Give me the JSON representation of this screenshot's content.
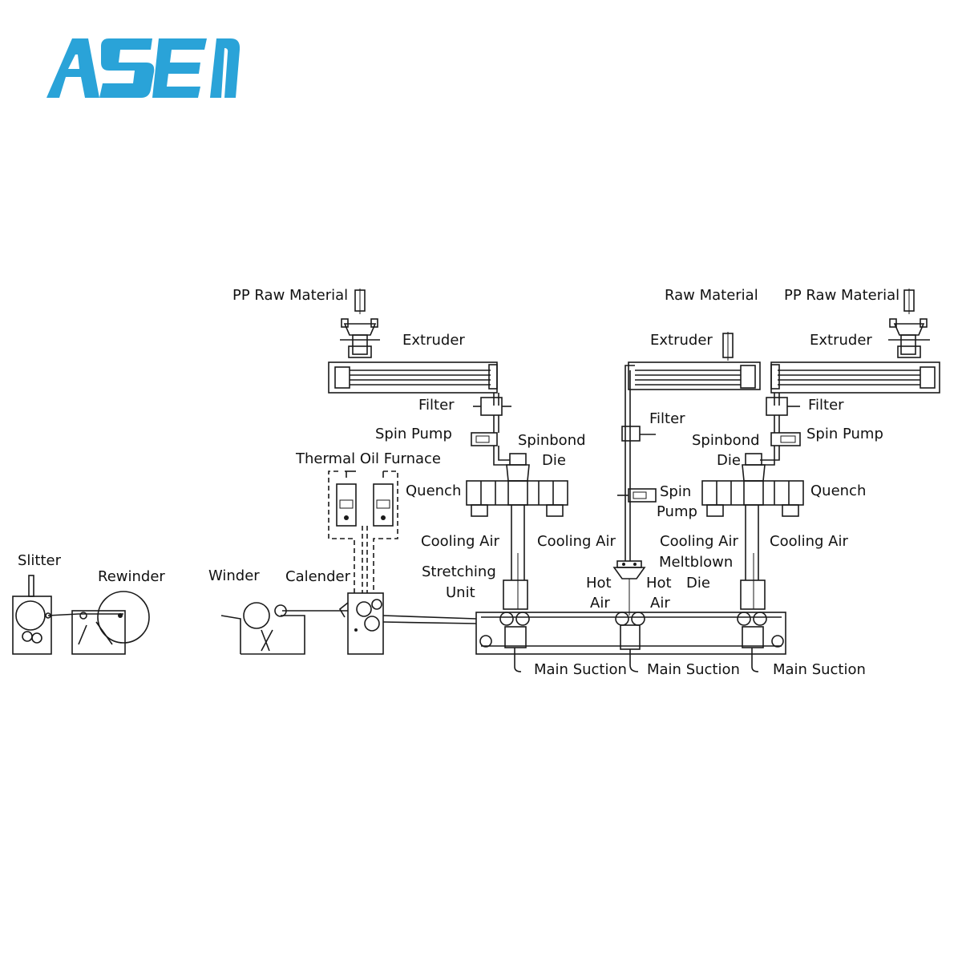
{
  "brand": {
    "logo_text": "ASEN",
    "logo_color": "#2aa3d8"
  },
  "labels": {
    "pp_raw_material_left": "PP Raw Material",
    "raw_material_center": "Raw Material",
    "pp_raw_material_right": "PP Raw Material",
    "extruder_left": "Extruder",
    "extruder_center": "Extruder",
    "extruder_right": "Extruder",
    "filter_left": "Filter",
    "filter_center": "Filter",
    "filter_right": "Filter",
    "spin_pump_left": "Spin Pump",
    "spin_pump_center_1": "Spin",
    "spin_pump_center_2": "Pump",
    "spin_pump_right": "Spin Pump",
    "spinbond_die_left_1": "Spinbond",
    "spinbond_die_left_2": "Die",
    "spinbond_die_right_1": "Spinbond",
    "spinbond_die_right_2": "Die",
    "thermal_oil_furnace": "Thermal Oil Furnace",
    "quench_left": "Quench",
    "quench_right": "Quench",
    "cooling_air_1": "Cooling Air",
    "cooling_air_2": "Cooling Air",
    "cooling_air_3": "Cooling Air",
    "cooling_air_4": "Cooling Air",
    "meltblown_die_1": "Meltblown",
    "meltblown_die_2": "Die",
    "hot_air_left_1": "Hot",
    "hot_air_left_2": "Air",
    "hot_air_right_1": "Hot",
    "hot_air_right_2": "Air",
    "stretching_unit_1": "Stretching",
    "stretching_unit_2": "Unit",
    "slitter": "Slitter",
    "rewinder": "Rewinder",
    "winder": "Winder",
    "calender": "Calender",
    "main_suction_1": "Main Suction",
    "main_suction_2": "Main Suction",
    "main_suction_3": "Main Suction"
  }
}
